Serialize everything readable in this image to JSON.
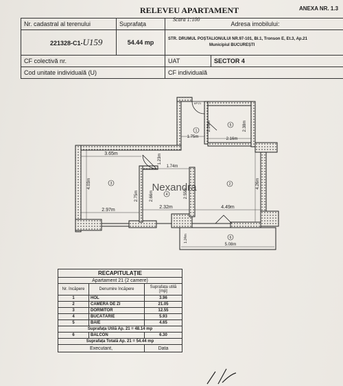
{
  "header": {
    "title": "RELEVEU APARTAMENT",
    "scale": "Scara 1:100",
    "annex": "ANEXA NR. 1.3"
  },
  "info_table": {
    "cadastral_label": "Nr. cadastral al terenului",
    "cadastral_value": "221328-C1-",
    "cadastral_handwritten": "U159",
    "surface_label": "Suprafața",
    "surface_value": "54.44 mp",
    "address_label": "Adresa imobilului:",
    "address_line1": "STR. DRUMUL POȘTALIONULUI NR.97-101, Bl.1, Tronson E, Et.3, Ap.21",
    "address_line2": "Municipiul BUCUREȘTI",
    "cf_collective_label": "CF colectivă nr.",
    "uat_label": "UAT",
    "uat_value": "SECTOR 4",
    "unit_code_label": "Cod unitate individuală (U)",
    "cf_individual_label": "CF individuală"
  },
  "floor_plan": {
    "watermark": "Nexandra",
    "door_label": "AP.21",
    "rooms": [
      {
        "number": "1"
      },
      {
        "number": "2"
      },
      {
        "number": "3"
      },
      {
        "number": "4"
      },
      {
        "number": "5"
      },
      {
        "number": "6"
      }
    ],
    "dimensions": [
      "1.75m",
      "2.16m",
      "2.26m",
      "2.38m",
      "3.65m",
      "1.23m",
      "1.74m",
      "4.03m",
      "2.75m",
      "2.66m",
      "2.55m",
      "4.26m",
      "2.97m",
      "2.32m",
      "4.49m",
      "1.24m",
      "5.08m"
    ]
  },
  "recap": {
    "title": "RECAPITULAȚIE",
    "subtitle": "Apartament 21 (2 camere)",
    "col_nr": "Nr. încăpere",
    "col_name": "Denumire încăpere",
    "col_area": "Suprafața utilă [mp]",
    "rows": [
      {
        "nr": "1",
        "name": "HOL",
        "area": "3.96"
      },
      {
        "nr": "2",
        "name": "CAMERĂ DE ZI",
        "area": "21.05"
      },
      {
        "nr": "3",
        "name": "DORMITOR",
        "area": "12.55"
      },
      {
        "nr": "4",
        "name": "BUCĂTĂRIE",
        "area": "5.93"
      },
      {
        "nr": "5",
        "name": "BAIE",
        "area": "4.65"
      }
    ],
    "useful_total": "Suprafața Utilă Ap. 21 = 48.14 mp",
    "balcony": {
      "nr": "6",
      "name": "BALCON",
      "area": "6.30"
    },
    "grand_total": "Suprafața Totală Ap. 21 = 54.44 mp",
    "executed_label": "Executant,",
    "date_label": "Data"
  }
}
